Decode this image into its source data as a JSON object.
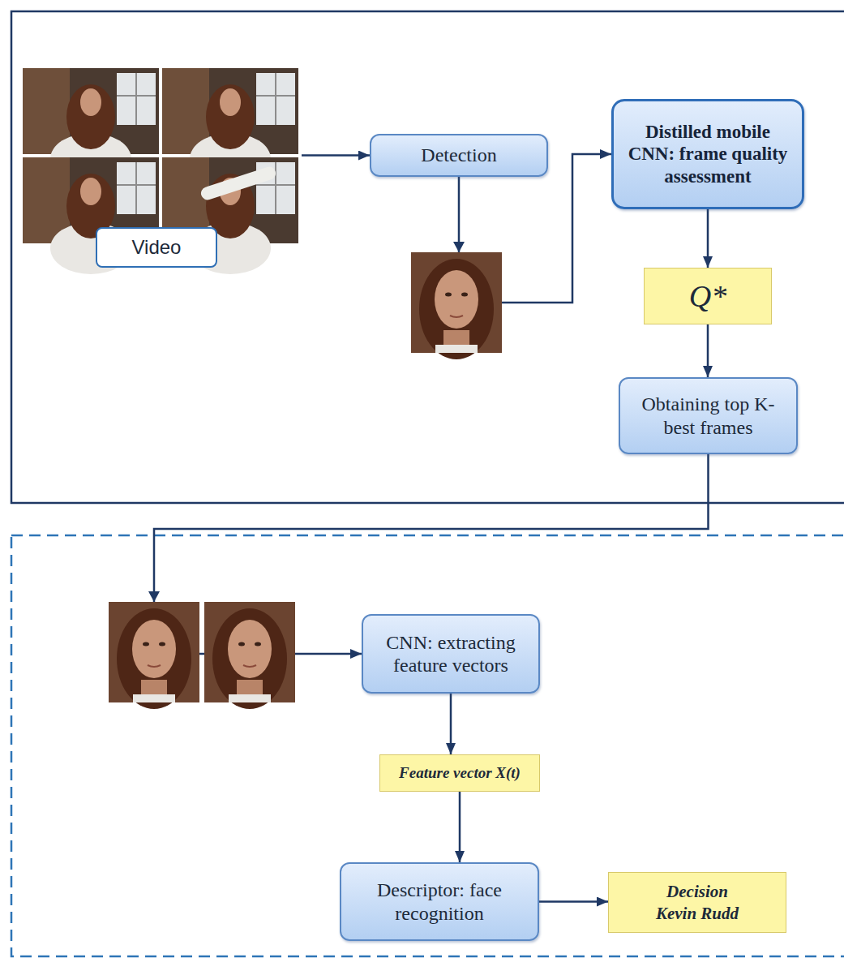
{
  "diagram": {
    "nodes": [
      {
        "text": [
          "Video"
        ]
      },
      {
        "text": [
          "Detection"
        ]
      },
      {
        "text": [
          "Distilled mobile CNN: frame quality assessment"
        ]
      },
      {
        "text": [
          "Q*"
        ]
      },
      {
        "text": [
          "Obtaining top K-best frames"
        ]
      },
      {
        "text": [
          "CNN: extracting feature vectors"
        ]
      },
      {
        "text": [
          "Feature vector X(t)"
        ]
      },
      {
        "text": [
          "Descriptor: face recognition"
        ]
      },
      {
        "text": [
          "Decision",
          "Kevin Rudd"
        ]
      }
    ],
    "edges": [
      {
        "from": 0,
        "to": 1,
        "arrow": "to"
      },
      {
        "from": 1,
        "to": 2,
        "arrow": "to"
      },
      {
        "from": 2,
        "to": 3,
        "arrow": "to"
      },
      {
        "from": 3,
        "to": 4,
        "arrow": "to"
      },
      {
        "from": 4,
        "to": 5,
        "arrow": "to"
      },
      {
        "from": 5,
        "to": 6,
        "arrow": "to"
      },
      {
        "from": 6,
        "to": 7,
        "arrow": "to"
      },
      {
        "from": 7,
        "to": 8,
        "arrow": "to"
      }
    ]
  }
}
